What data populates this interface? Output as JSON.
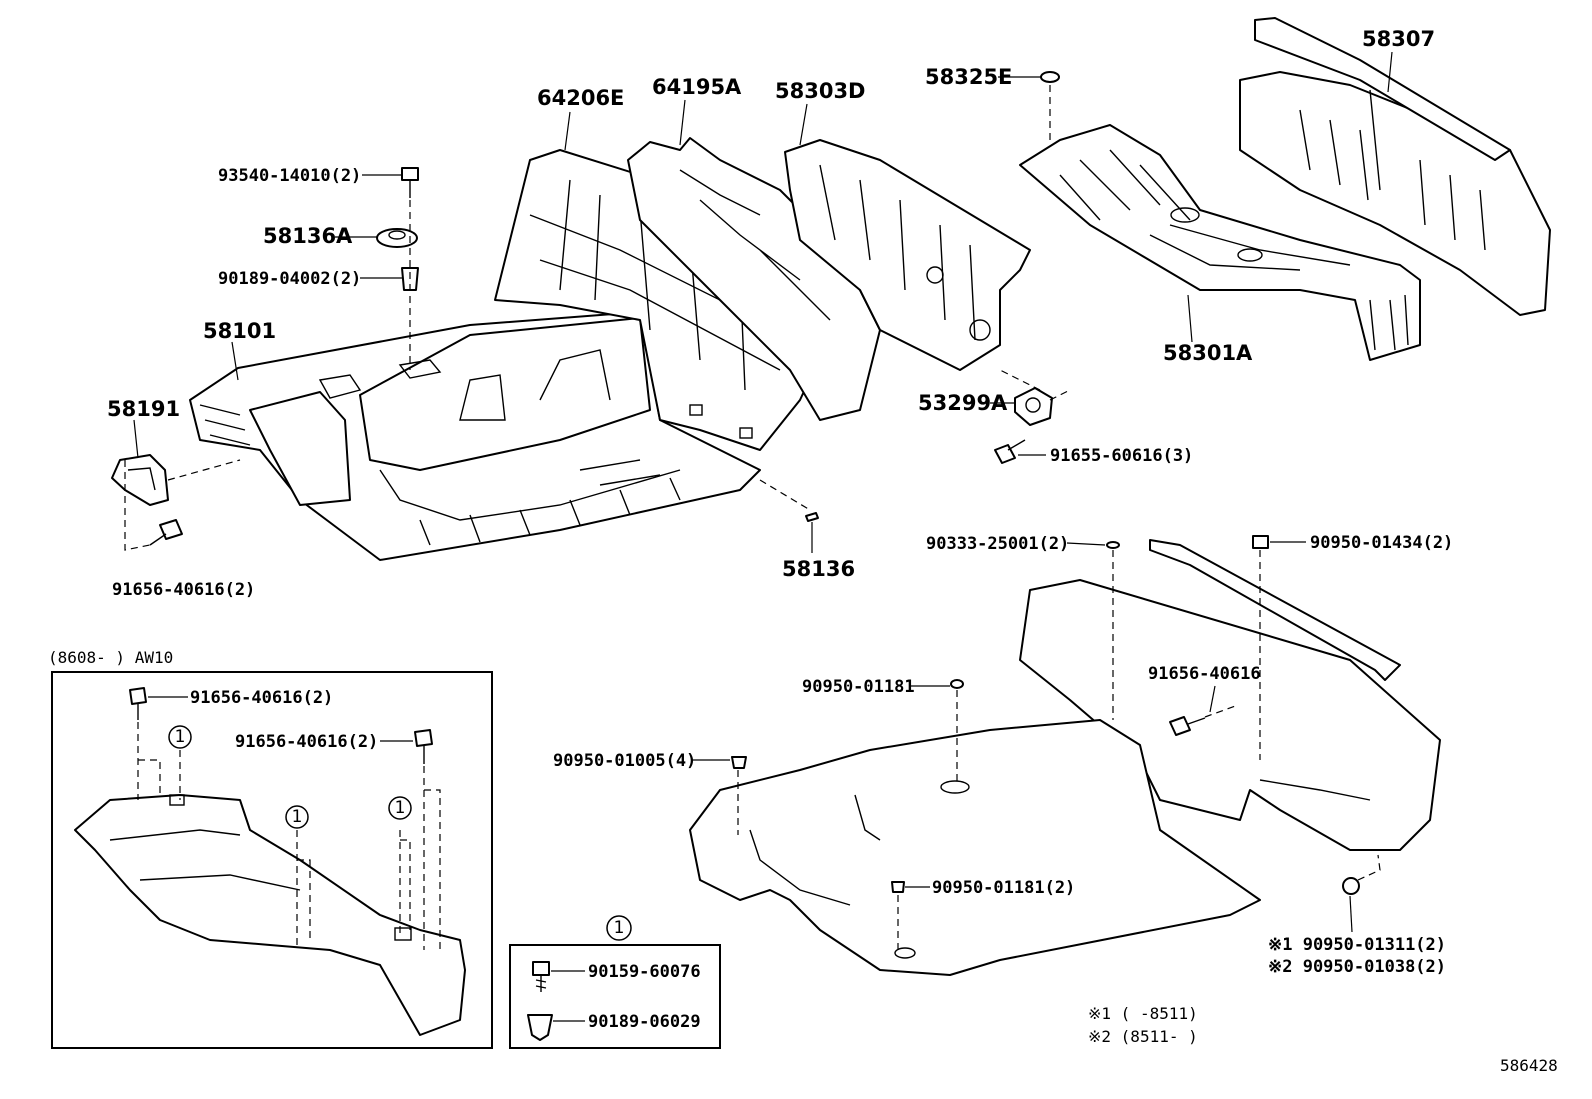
{
  "parts": {
    "p58307": "58307",
    "p64206E": "64206E",
    "p64195A": "64195A",
    "p58303D": "58303D",
    "p58325E": "58325E",
    "p93540": "93540-14010(2)",
    "p58136A": "58136A",
    "p90189_04002": "90189-04002(2)",
    "p58101": "58101",
    "p58191": "58191",
    "p58301A": "58301A",
    "p53299A": "53299A",
    "p91655": "91655-60616(3)",
    "p58136": "58136",
    "p91656_main": "91656-40616(2)",
    "p90333": "90333-25001(2)",
    "p90950_01434": "90950-01434(2)",
    "p90950_01181_top": "90950-01181",
    "p91656_right": "91656-40616",
    "p90950_01005": "90950-01005(4)",
    "p90950_01181_low": "90950-01181(2)",
    "p90950_01311": "※1 90950-01311(2)",
    "p90950_01038": "※2 90950-01038(2)"
  },
  "inset": {
    "title": "(8608-      ) AW10",
    "bolt1": "91656-40616(2)",
    "bolt2": "91656-40616(2)",
    "marker": "1"
  },
  "legend_box": {
    "marker": "1",
    "item1": "90159-60076",
    "item2": "90189-06029"
  },
  "notes": {
    "n1": "※1 (      -8511)",
    "n2": "※2 (8511-      )"
  },
  "figure_id": "586428"
}
